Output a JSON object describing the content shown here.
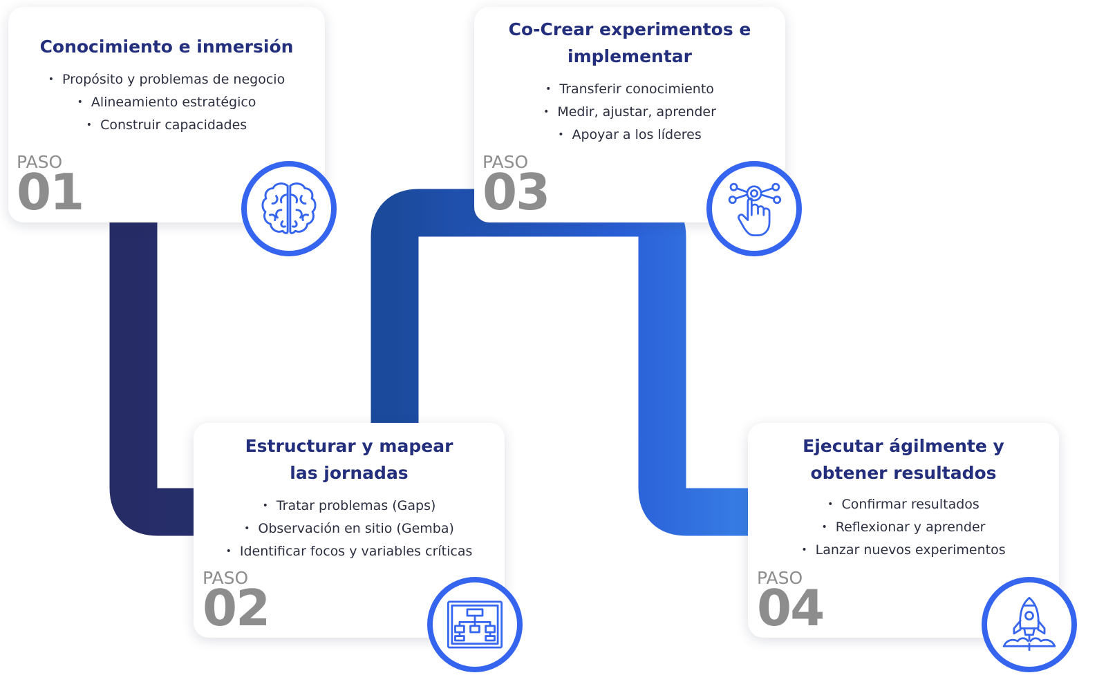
{
  "steps": [
    {
      "title": "Conocimiento e inmersión",
      "bullets": [
        "Propósito y problemas de negocio",
        "Alineamiento estratégico",
        "Construir capacidades"
      ],
      "step_word": "PASO",
      "number": "01",
      "icon": "brain-icon"
    },
    {
      "title_line1": "Estructurar y mapear",
      "title_line2": "las jornadas",
      "bullets": [
        "Tratar problemas (Gaps)",
        "Observación en sitio (Gemba)",
        "Identificar focos y variables críticas"
      ],
      "step_word": "PASO",
      "number": "02",
      "icon": "flowchart-board-icon"
    },
    {
      "title_line1": "Co-Crear experimentos e",
      "title_line2": "implementar",
      "bullets": [
        "Transferir conocimiento",
        "Medir, ajustar, aprender",
        "Apoyar a los líderes"
      ],
      "step_word": "PASO",
      "number": "03",
      "icon": "touch-network-icon"
    },
    {
      "title_line1": "Ejecutar ágilmente y",
      "title_line2": "obtener resultados",
      "bullets": [
        "Confirmar resultados",
        "Reflexionar y aprender",
        "Lanzar nuevos experimentos"
      ],
      "step_word": "PASO",
      "number": "04",
      "icon": "rocket-icon"
    }
  ],
  "colors": {
    "title": "#232f7d",
    "accent": "#3565ef",
    "connector_dark": "#262c66",
    "connector_mid": "#1d4fa6",
    "connector_light": "#3a82e8",
    "step_gray": "#8d8d8d"
  }
}
